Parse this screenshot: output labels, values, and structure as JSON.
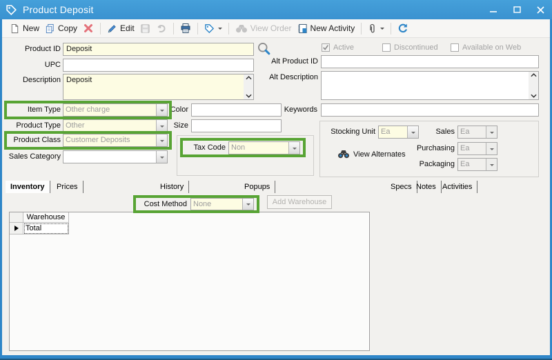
{
  "window": {
    "title": "Product Deposit"
  },
  "toolbar": {
    "new": "New",
    "copy": "Copy",
    "edit": "Edit",
    "view_order": "View Order",
    "new_activity": "New Activity"
  },
  "form": {
    "product_id": {
      "label": "Product ID",
      "value": "Deposit"
    },
    "upc": {
      "label": "UPC",
      "value": ""
    },
    "description": {
      "label": "Description",
      "value": "Deposit"
    },
    "alt_product_id": {
      "label": "Alt Product ID",
      "value": ""
    },
    "alt_description": {
      "label": "Alt Description",
      "value": ""
    },
    "checkboxes": [
      {
        "label": "Active",
        "checked": true
      },
      {
        "label": "Discontinued",
        "checked": false
      },
      {
        "label": "Available on Web",
        "checked": false
      }
    ],
    "item_type": {
      "label": "Item Type",
      "value": "Other charge"
    },
    "product_type": {
      "label": "Product Type",
      "value": "Other"
    },
    "product_class": {
      "label": "Product Class",
      "value": "Customer Deposits"
    },
    "sales_category": {
      "label": "Sales Category",
      "value": ""
    },
    "color": {
      "label": "Color",
      "value": ""
    },
    "size": {
      "label": "Size",
      "value": ""
    },
    "keywords": {
      "label": "Keywords",
      "value": ""
    },
    "tax_code": {
      "label": "Tax Code",
      "value": "Non"
    },
    "units": {
      "stocking_unit": {
        "label": "Stocking Unit",
        "value": "Ea"
      },
      "sales": {
        "label": "Sales",
        "value": "Ea"
      },
      "purchasing": {
        "label": "Purchasing",
        "value": "Ea"
      },
      "packaging": {
        "label": "Packaging",
        "value": "Ea"
      },
      "view_alternates_label": "View Alternates"
    }
  },
  "tabs": [
    {
      "label": "Inventory",
      "active": true
    },
    {
      "label": "Prices",
      "active": false
    },
    {
      "label": "History",
      "active": false
    },
    {
      "label": "Popups",
      "active": false
    },
    {
      "label": "Specs",
      "active": false
    },
    {
      "label": "Notes",
      "active": false
    },
    {
      "label": "Activities",
      "active": false
    }
  ],
  "inventory_tab": {
    "cost_method": {
      "label": "Cost Method",
      "value": "None"
    },
    "add_warehouse_label": "Add Warehouse",
    "table": {
      "columns": [
        "Warehouse"
      ],
      "rows": [
        {
          "warehouse": "Total"
        }
      ]
    }
  },
  "colors": {
    "titlebar": "#3d9ad6",
    "window_border": "#2f86c8",
    "highlight_green": "#58a434",
    "field_yellow": "#fdfce3",
    "disabled_text": "#9c9c9c",
    "delete_red": "#e4717a",
    "icon_blue": "#2e86c8"
  }
}
